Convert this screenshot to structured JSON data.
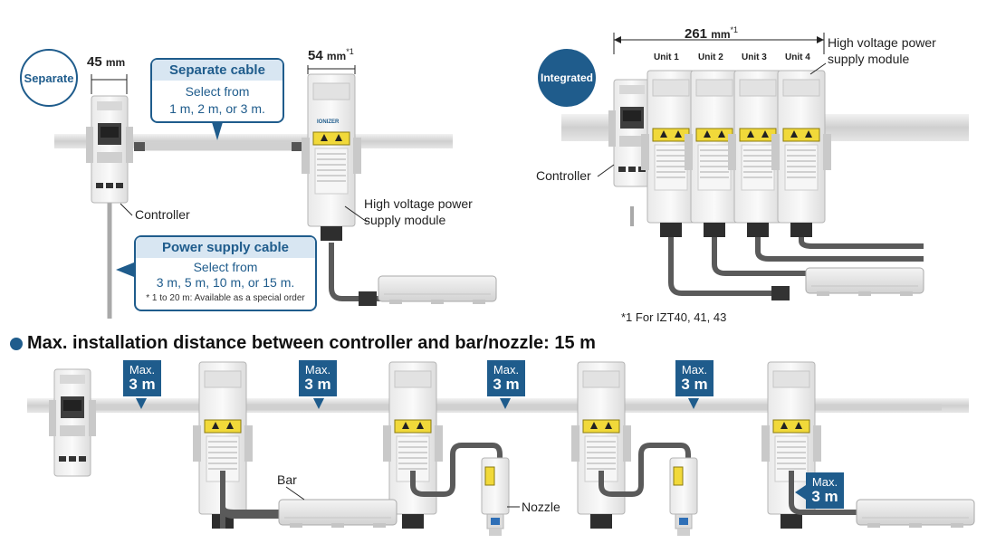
{
  "colors": {
    "accent": "#1f5c8c",
    "callout_fill": "#d8e6f2",
    "cable": "#5a5a5a",
    "rail": "#d4d4d4"
  },
  "top_left": {
    "badge": "Separate",
    "dim_controller_value": "45",
    "dim_controller_unit": "mm",
    "dim_module_value": "54",
    "dim_module_unit": "mm",
    "dim_module_note": "*1",
    "separate_cable": {
      "title": "Separate cable",
      "line1": "Select from",
      "line2": "1 m, 2 m, or 3 m."
    },
    "power_cable": {
      "title": "Power supply cable",
      "line1": "Select from",
      "line2": "3 m, 5 m, 10 m, or 15 m.",
      "note": "* 1 to 20 m: Available as a special order"
    },
    "label_controller": "Controller",
    "label_module_line1": "High voltage power",
    "label_module_line2": "supply module"
  },
  "top_right": {
    "badge": "Integrated",
    "dim_value": "261",
    "dim_unit": "mm",
    "dim_note": "*1",
    "units": [
      "Unit 1",
      "Unit 2",
      "Unit 3",
      "Unit 4"
    ],
    "label_module_line1": "High voltage power",
    "label_module_line2": "supply module",
    "label_controller": "Controller",
    "footnote": "*1  For IZT40, 41, 43"
  },
  "device_label": "IONIZER",
  "bottom": {
    "heading": "Max. installation distance between controller and bar/nozzle: 15 m",
    "max_tags": [
      {
        "line1": "Max.",
        "line2": "3 m"
      },
      {
        "line1": "Max.",
        "line2": "3 m"
      },
      {
        "line1": "Max.",
        "line2": "3 m"
      },
      {
        "line1": "Max.",
        "line2": "3 m"
      },
      {
        "line1": "Max.",
        "line2": "3 m"
      }
    ],
    "label_bar": "Bar",
    "label_nozzle": "Nozzle"
  }
}
